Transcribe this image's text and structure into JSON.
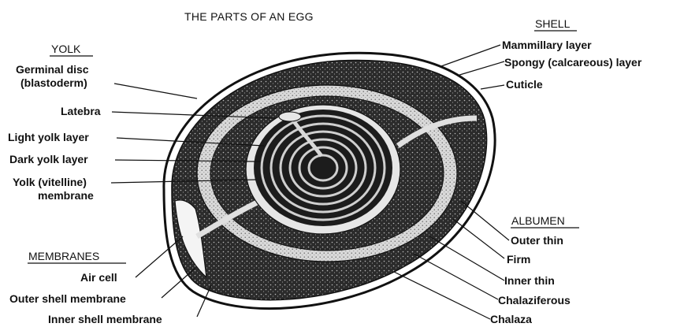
{
  "title": "THE PARTS OF AN EGG",
  "sections": {
    "yolk": "YOLK",
    "shell": "SHELL",
    "albumen": "ALBUMEN",
    "membranes": "MEMBRANES"
  },
  "labels": {
    "germinal_disc_1": "Germinal disc",
    "germinal_disc_2": "(blastoderm)",
    "latebra": "Latebra",
    "light_yolk": "Light yolk layer",
    "dark_yolk": "Dark yolk layer",
    "vitelline_1": "Yolk (vitelline)",
    "vitelline_2": "membrane",
    "mammillary": "Mammillary layer",
    "spongy": "Spongy (calcareous) layer",
    "cuticle": "Cuticle",
    "outer_thin": "Outer thin",
    "firm": "Firm",
    "inner_thin": "Inner thin",
    "chalaziferous": "Chalaziferous",
    "chalaza": "Chalaza",
    "air_cell": "Air cell",
    "outer_shell_membrane": "Outer shell membrane",
    "inner_shell_membrane": "Inner shell membrane"
  },
  "colors": {
    "ink": "#111111",
    "stipple": "#2b2b2b",
    "light": "#e9e9e9"
  }
}
